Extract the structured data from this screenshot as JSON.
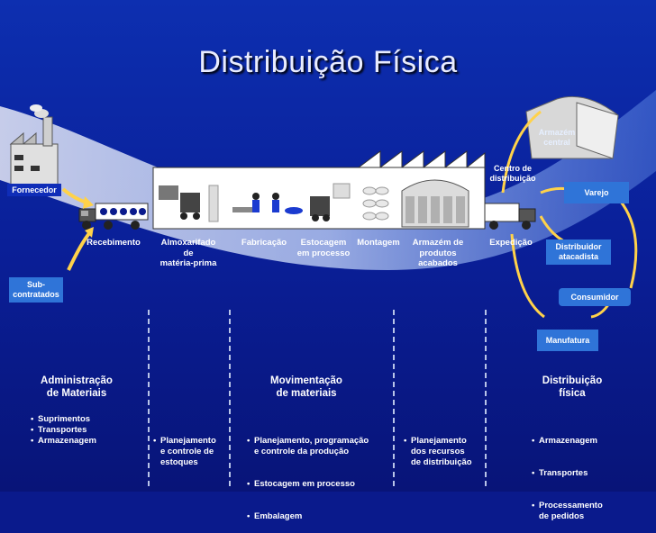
{
  "title": "Distribuição Física",
  "labels": {
    "fornecedor": "Fornecedor",
    "sub_contratados": "Sub-\ncontratados",
    "armazem_central": "Armazém\ncentral",
    "centro_distribuicao": "Centro de\ndistribuição",
    "varejo": "Varejo",
    "distribuidor_atacadista": "Distribuidor\natacadista",
    "consumidor": "Consumidor",
    "manufatura": "Manufatura"
  },
  "stages": [
    "Recebimento",
    "Almoxarifado\nde\nmatéria-prima",
    "Fabricação",
    "Estocagem\nem processo",
    "Montagem",
    "Armazém de\nprodutos\nacabados",
    "Expedição"
  ],
  "sections": {
    "adm": "Administração\nde Materiais",
    "mov": "Movimentação\nde materiais",
    "dist": "Distribuição\nfísica"
  },
  "bullets": {
    "col1": [
      "Suprimentos",
      "Transportes",
      "Armazenagem"
    ],
    "col2": [
      "Planejamento\ne controle de\nestoques"
    ],
    "col3": [
      "Planejamento, programação\ne controle da produção",
      "Estocagem em processo",
      "Embalagem"
    ],
    "col4": [
      "Planejamento\ndos recursos\nde distribuição"
    ],
    "col5": [
      "Armazenagem",
      "Transportes",
      "Processamento\nde pedidos"
    ]
  },
  "colors": {
    "background": "#0a1a8c",
    "box": "#2f74d8",
    "arrow": "#ffd24a",
    "text": "#ffffff"
  }
}
